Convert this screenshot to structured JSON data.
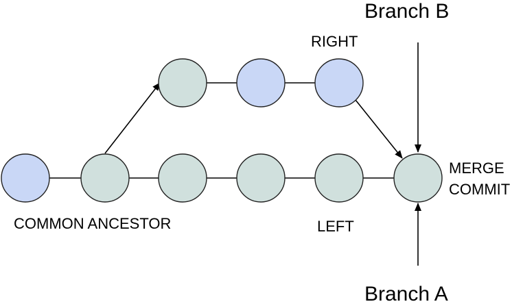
{
  "colors": {
    "node_blue": "#c9d7f6",
    "node_gray": "#d0e0dd",
    "stroke": "#222222",
    "background": "#ffffff"
  },
  "labels": {
    "common_ancestor": "COMMON ANCESTOR",
    "left": "LEFT",
    "right": "RIGHT",
    "merge_line1": "MERGE",
    "merge_line2": "COMMIT",
    "branch_a": "Branch A",
    "branch_b": "Branch B"
  },
  "nodes": [
    {
      "id": "common-ancestor-parent",
      "color": "blue"
    },
    {
      "id": "common-ancestor",
      "color": "gray"
    },
    {
      "id": "left-1",
      "color": "gray"
    },
    {
      "id": "left-2",
      "color": "gray"
    },
    {
      "id": "left-3",
      "color": "gray"
    },
    {
      "id": "right-1",
      "color": "gray"
    },
    {
      "id": "right-2",
      "color": "blue"
    },
    {
      "id": "right-3",
      "color": "blue"
    },
    {
      "id": "merge-commit",
      "color": "gray"
    }
  ]
}
